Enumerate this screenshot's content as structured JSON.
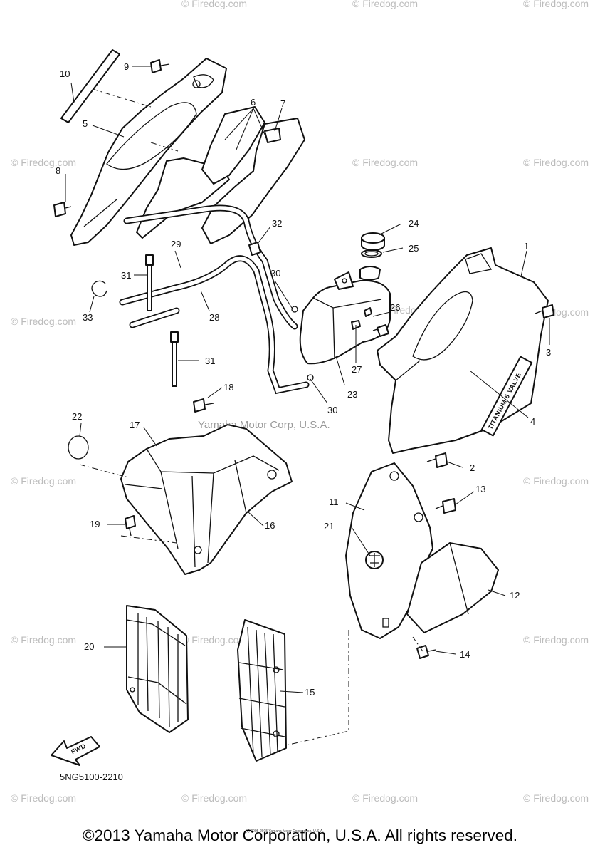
{
  "watermarks": {
    "firedog": "© Firedog.com",
    "yamaha": "Yamaha Motor Corp, U.S.A.",
    "firedog_small": "Firedog.com"
  },
  "callouts": [
    "1",
    "2",
    "3",
    "4",
    "5",
    "6",
    "7",
    "8",
    "9",
    "10",
    "11",
    "12",
    "13",
    "14",
    "15",
    "16",
    "17",
    "18",
    "19",
    "20",
    "21",
    "22",
    "23",
    "24",
    "25",
    "26",
    "27",
    "28",
    "29",
    "30",
    "30",
    "31",
    "31",
    "32",
    "33"
  ],
  "decal_text": "TITANIUM 5 VALVE",
  "fwd_label": "FWD",
  "diagram_code": "5NG5100-2210",
  "fine_print": "(c) 2005-2015 Yamaha Motor Corporation, U.S.A.",
  "footer": "©2013 Yamaha Motor Corporation, U.S.A. All rights reserved."
}
